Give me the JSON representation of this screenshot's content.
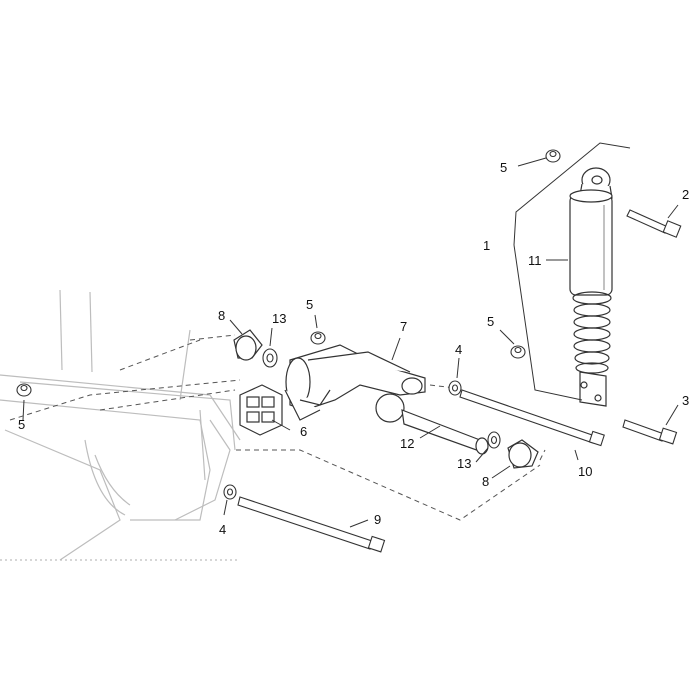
{
  "callouts": [
    {
      "id": "shock-absorber",
      "label": "1"
    },
    {
      "id": "upper-bolt",
      "label": "2"
    },
    {
      "id": "lower-bolt",
      "label": "3"
    },
    {
      "id": "washer-front",
      "label": "4"
    },
    {
      "id": "washer-rear",
      "label": "4"
    },
    {
      "id": "bush-top",
      "label": "5"
    },
    {
      "id": "bush-swingarm",
      "label": "5"
    },
    {
      "id": "bush-shock-lower",
      "label": "5"
    },
    {
      "id": "bush-frame",
      "label": "5"
    },
    {
      "id": "rubber-block",
      "label": "6"
    },
    {
      "id": "swing-arm",
      "label": "7"
    },
    {
      "id": "silent-block-left",
      "label": "8"
    },
    {
      "id": "silent-block-right",
      "label": "8"
    },
    {
      "id": "long-bolt-lower",
      "label": "9"
    },
    {
      "id": "long-bolt-upper",
      "label": "10"
    },
    {
      "id": "shock-body",
      "label": "11"
    },
    {
      "id": "spacer-tube",
      "label": "12"
    },
    {
      "id": "washer-left",
      "label": "13"
    },
    {
      "id": "washer-right",
      "label": "13"
    }
  ]
}
